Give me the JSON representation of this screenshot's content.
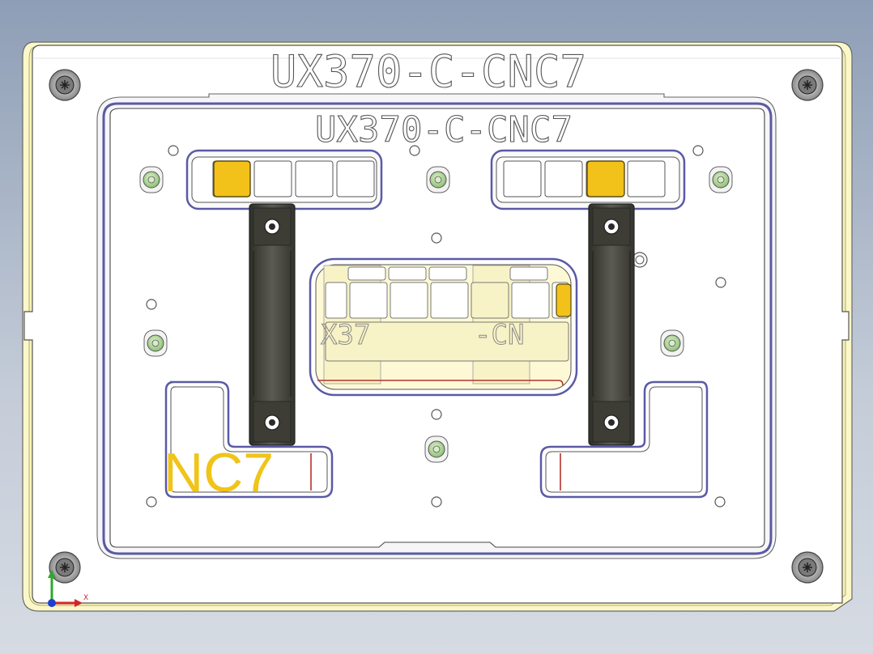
{
  "model": {
    "outer_engraving": "UX370-C-CNC7",
    "inner_engraving": "UX370-C-CNC7",
    "partial_label_nc7": "NC7",
    "window_text_left": "X37",
    "window_text_right": "-CN"
  },
  "triad": {
    "x_label": "X"
  },
  "colors": {
    "background_top": "#8e9eb6",
    "frame_yellow": "#fbf7c8",
    "plate": "#ffffff",
    "edge_blue": "#5a5aa6",
    "pad_orange": "#f2c21a",
    "clamp_dark": "#4c4c44",
    "locator_green": "#b9dca0"
  }
}
